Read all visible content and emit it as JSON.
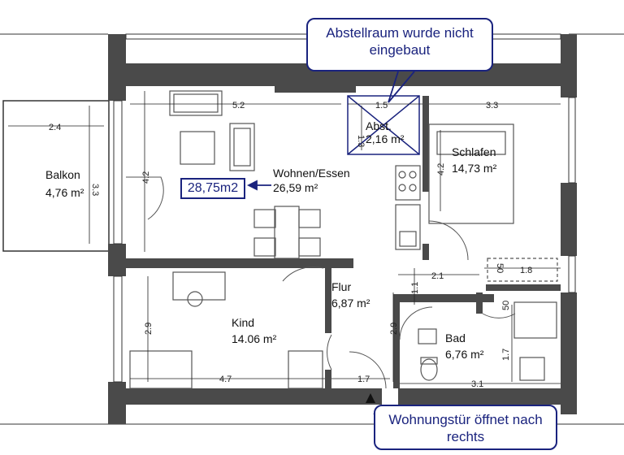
{
  "rooms": {
    "balkon": {
      "name": "Balkon",
      "area": "4,76 m²"
    },
    "wohnen": {
      "name": "Wohnen/Essen",
      "area": "26,59 m²"
    },
    "abst": {
      "name": "Abst.",
      "area": "2,16 m²"
    },
    "schlafen": {
      "name": "Schlafen",
      "area": "14,73 m²"
    },
    "flur": {
      "name": "Flur",
      "area": "6,87 m²"
    },
    "kind": {
      "name": "Kind",
      "area": "14.06 m²"
    },
    "bad": {
      "name": "Bad",
      "area": "6,76 m²"
    }
  },
  "dimensions": {
    "balkon_width": "2.4",
    "balkon_depth": "3.3",
    "wohnen_width": "5.2",
    "wohnen_depth": "4.2",
    "abst_width": "1.5",
    "abst_depth": "1.3",
    "schlafen_width": "3.3",
    "schlafen_depth": "4.2",
    "hall_width": "2.1",
    "hall_depth": "1.1",
    "shaft_width": "1.8",
    "shaft_depth": "50",
    "bad_depth_a": "50",
    "bad_depth_b": "1.7",
    "kind_width": "4.7",
    "kind_depth": "2.9",
    "flur_width": "1.7",
    "flur_depth": "2.9",
    "bad_width": "3.1"
  },
  "annotations": {
    "abstellraum": "Abstellraum wurde nicht eingebaut",
    "living_area_corrected": "28,75m2",
    "entrance": "Wohnungstür öffnet nach rechts"
  },
  "colors": {
    "wall": "#4a4a4a",
    "annotation": "#1a237e"
  }
}
